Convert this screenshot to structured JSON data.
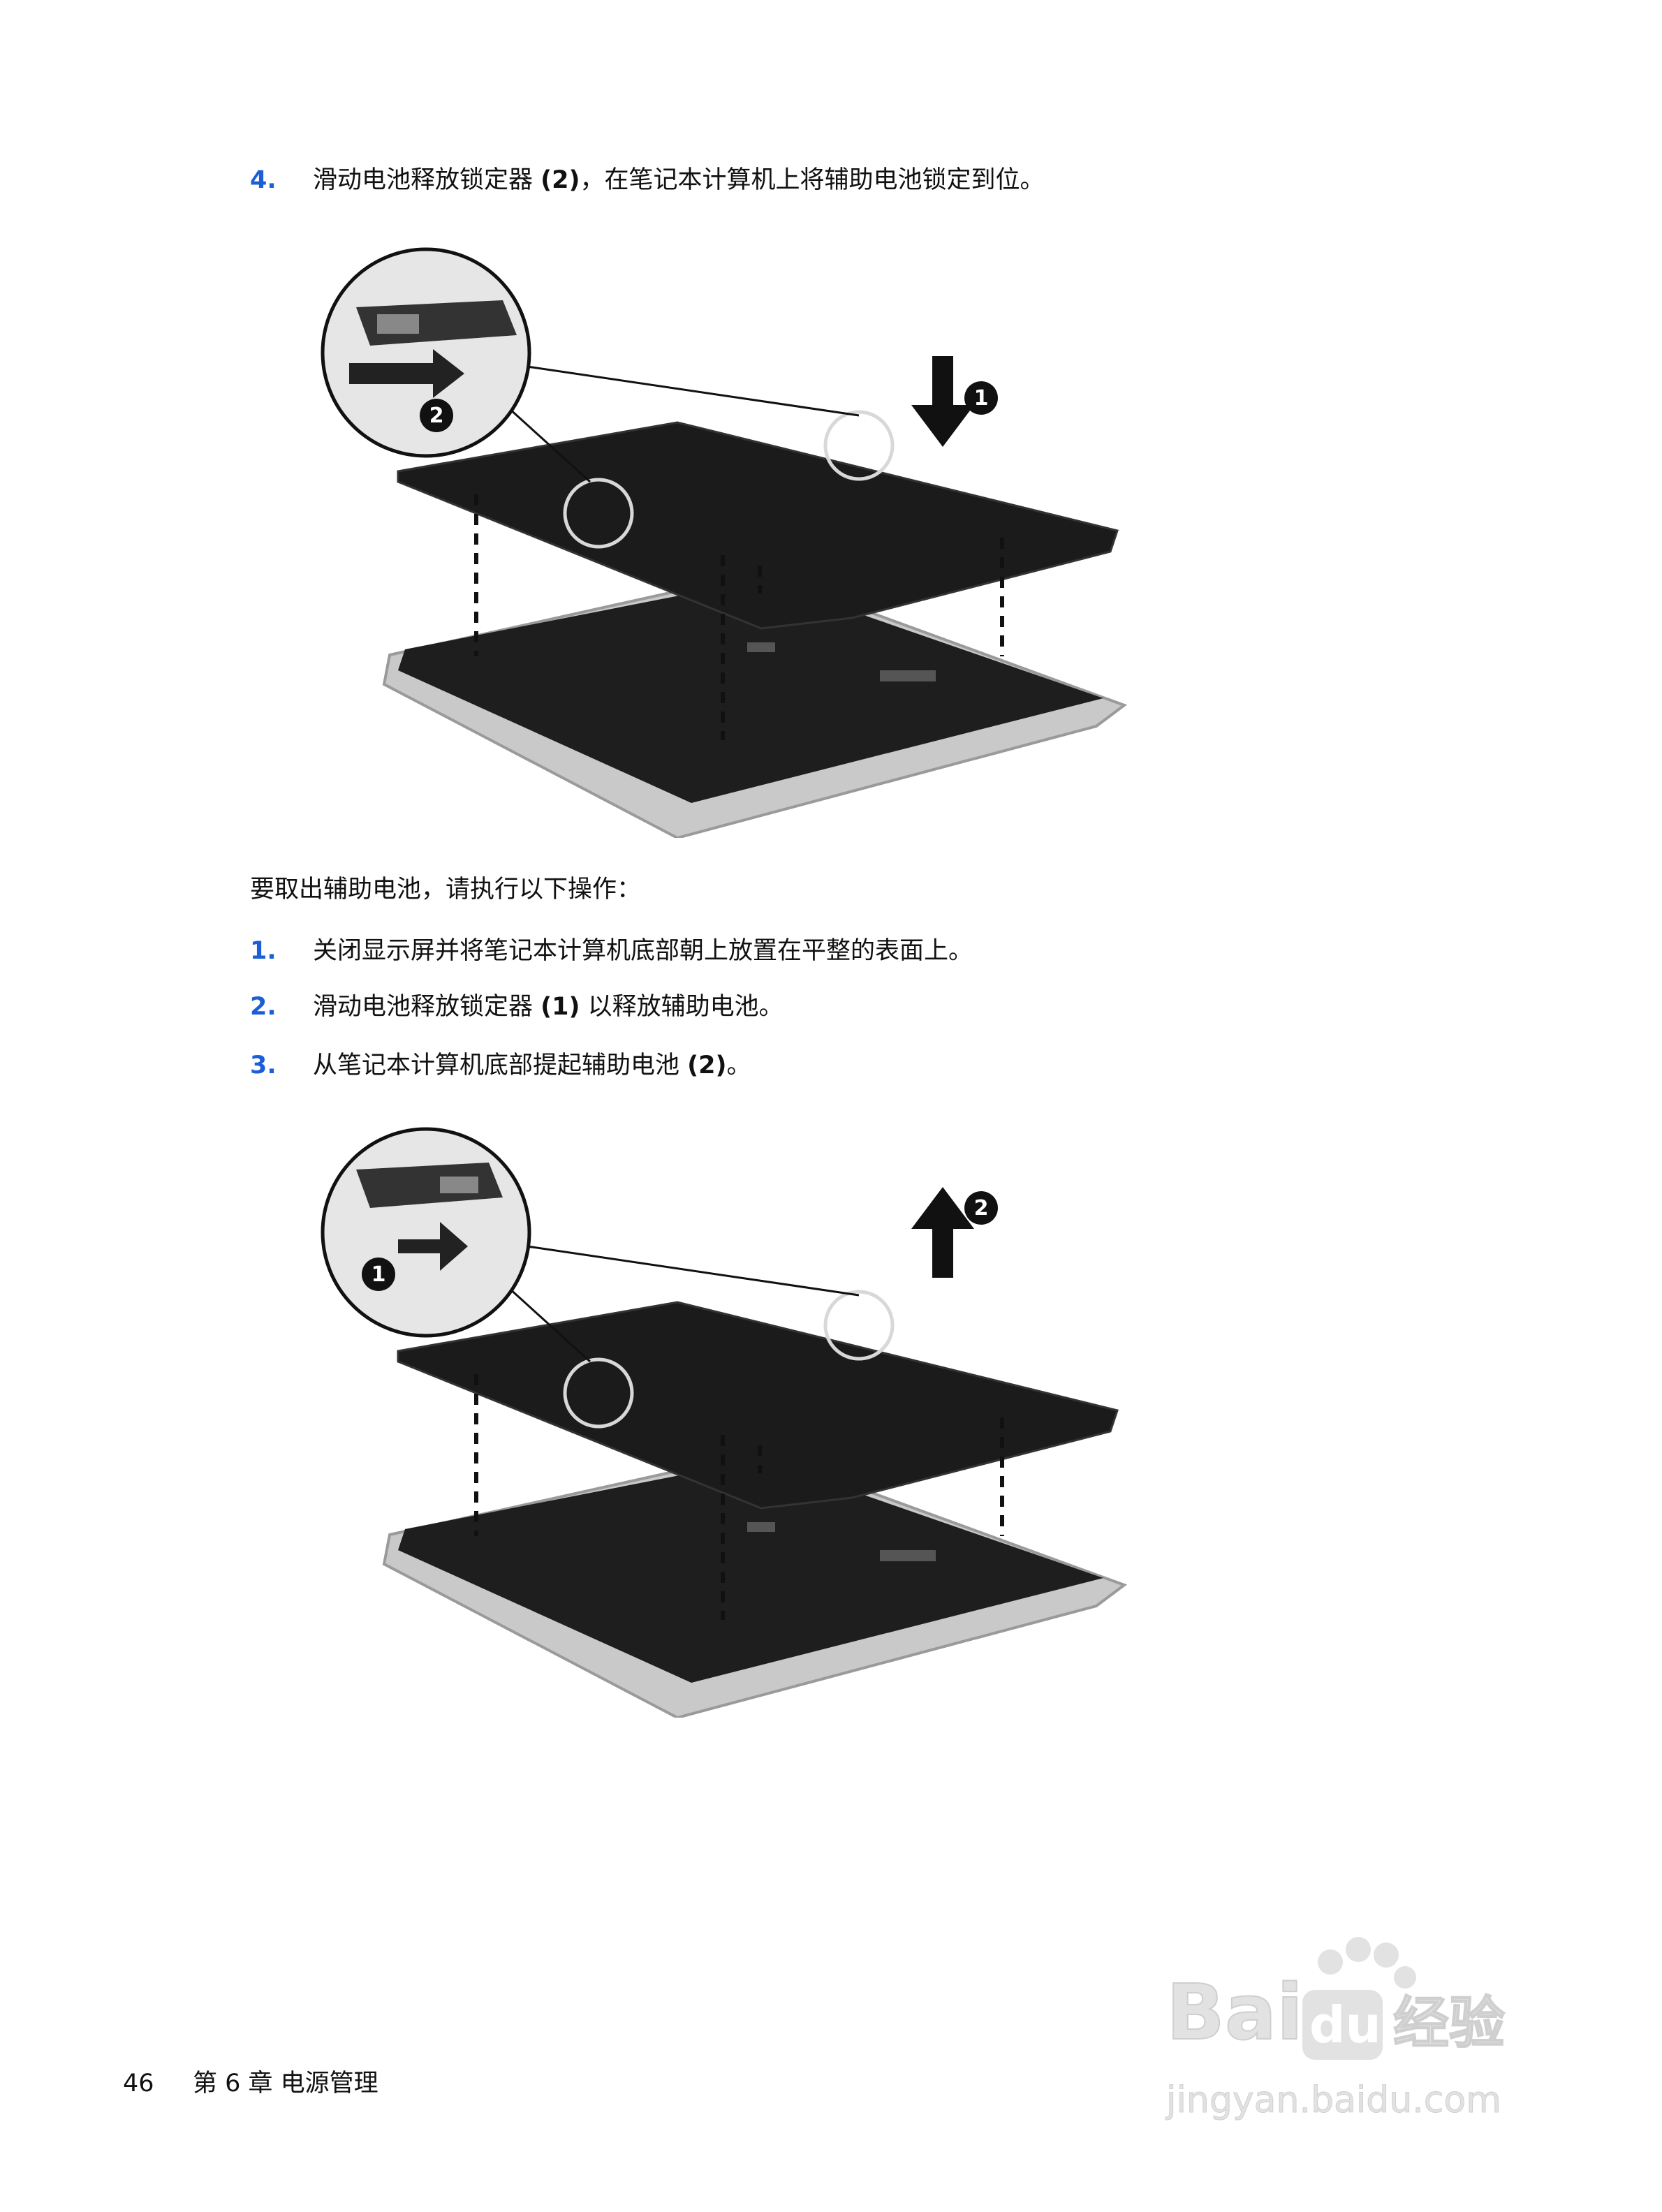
{
  "step_top": {
    "number": "4.",
    "text_a": "滑动电池释放锁定器 ",
    "text_bold": "(2)",
    "text_b": "，在笔记本计算机上将辅助电池锁定到位。"
  },
  "figure_install": {
    "callout_latch": "2",
    "callout_arrow": "1"
  },
  "intro": "要取出辅助电池，请执行以下操作：",
  "steps": [
    {
      "number": "1.",
      "text_a": "关闭显示屏并将笔记本计算机底部朝上放置在平整的表面上。",
      "text_bold": "",
      "text_b": ""
    },
    {
      "number": "2.",
      "text_a": "滑动电池释放锁定器 ",
      "text_bold": "(1)",
      "text_b": " 以释放辅助电池。"
    },
    {
      "number": "3.",
      "text_a": "从笔记本计算机底部提起辅助电池 ",
      "text_bold": "(2)",
      "text_b": "。"
    }
  ],
  "figure_remove": {
    "callout_latch": "1",
    "callout_arrow": "2"
  },
  "footer": {
    "page_number": "46",
    "chapter": "第 6 章   电源管理"
  },
  "watermark": {
    "brand": "Bai",
    "brand_box": "du",
    "brand_cn": "经验",
    "url": "jingyan.baidu.com"
  },
  "colors": {
    "step_number": "#1a5fd6",
    "text": "#111111",
    "battery": "#1c1c1c",
    "laptop_frame": "#c9c9c9",
    "watermark": "#e2e2e2"
  }
}
